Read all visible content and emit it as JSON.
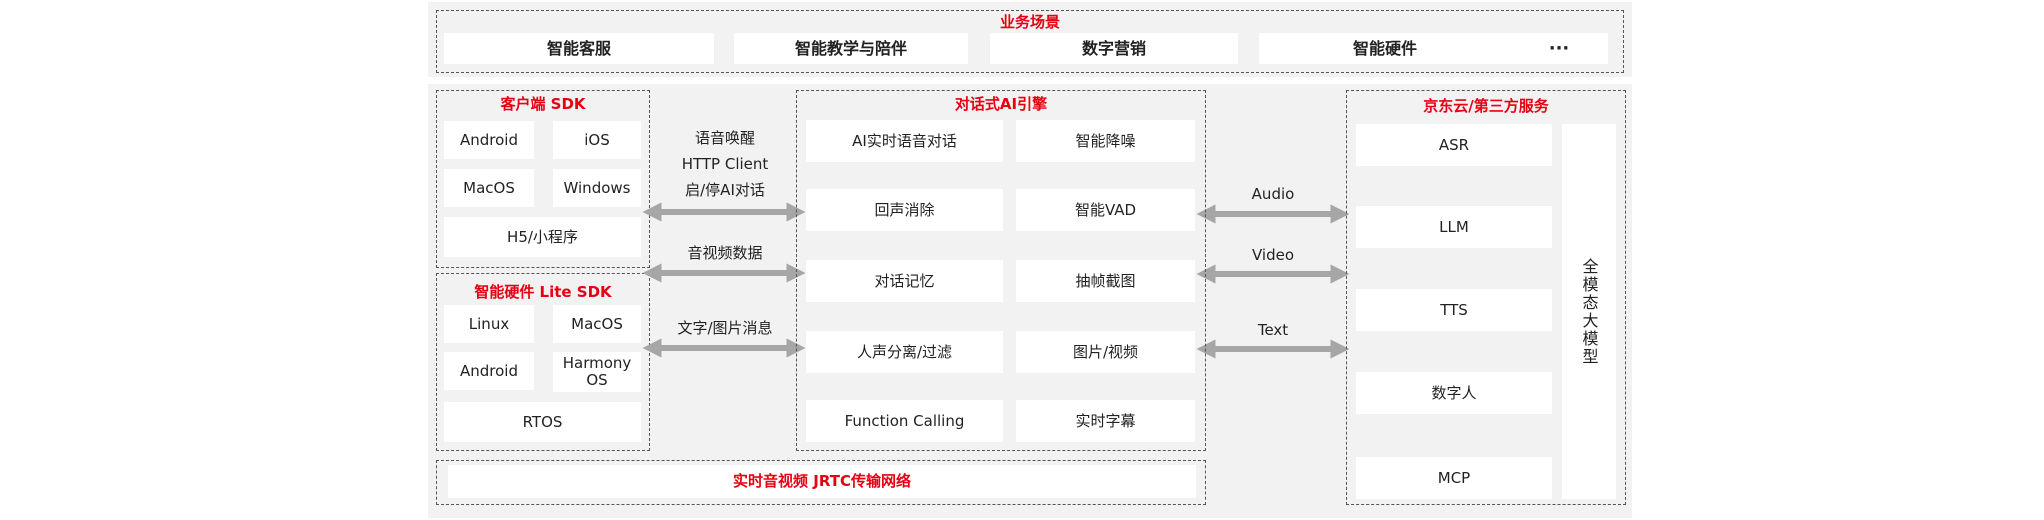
{
  "business": {
    "title": "业务场景",
    "items": [
      "智能客服",
      "智能教学与陪伴",
      "数字营销",
      "智能硬件",
      "···"
    ]
  },
  "client_sdk": {
    "title": "客户端 SDK",
    "items": [
      "Android",
      "iOS",
      "MacOS",
      "Windows",
      "H5/小程序"
    ]
  },
  "hardware_sdk": {
    "title": "智能硬件 Lite SDK",
    "items": [
      "Linux",
      "MacOS",
      "Android",
      "Harmony OS",
      "RTOS"
    ]
  },
  "left_links": {
    "top_lines": [
      "语音唤醒",
      "HTTP Client",
      "启/停AI对话"
    ],
    "middle": "音视频数据",
    "bottom": "文字/图片消息"
  },
  "engine": {
    "title": "对话式AI引擎",
    "items": [
      "AI实时语音对话",
      "智能降噪",
      "回声消除",
      "智能VAD",
      "对话记忆",
      "抽帧截图",
      "人声分离/过滤",
      "图片/视频",
      "Function Calling",
      "实时字幕"
    ]
  },
  "right_links": [
    "Audio",
    "Video",
    "Text"
  ],
  "jd_services": {
    "title": "京东云/第三方服务",
    "items": [
      "ASR",
      "LLM",
      "TTS",
      "数字人",
      "MCP"
    ],
    "side": "全模态大模型"
  },
  "network": {
    "label": "实时音视频 JRTC传输网络"
  },
  "colors": {
    "accent": "#e60012",
    "panel": "#f2f2f2",
    "arrow": "#a6a6a6"
  }
}
